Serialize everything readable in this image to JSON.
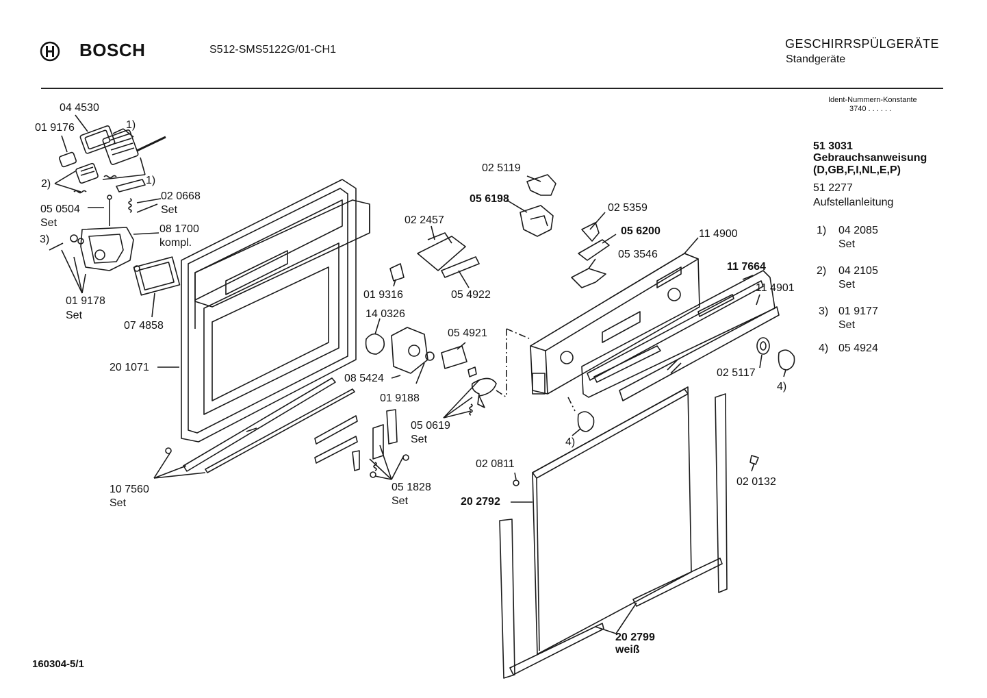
{
  "header": {
    "brand": "BOSCH",
    "model": "S512-SMS5122G/01-CH1",
    "category_title": "GESCHIRRSPÜLGERÄTE",
    "category_subtitle": "Standgeräte"
  },
  "ident": {
    "label": "Ident-Nummern-Konstante",
    "value": "3740  . .  . . . ."
  },
  "sidebar": {
    "manual_number": "51 3031",
    "manual_title": "Gebrauchsanweisung",
    "manual_languages": "(D,GB,F,I,NL,E,P)",
    "install_number": "51 2277",
    "install_title": "Aufstellanleitung",
    "footnotes": [
      {
        "key": "1)",
        "part": "04 2085",
        "note": "Set"
      },
      {
        "key": "2)",
        "part": "04 2105",
        "note": "Set"
      },
      {
        "key": "3)",
        "part": "01 9177",
        "note": "Set"
      },
      {
        "key": "4)",
        "part": "05 4924",
        "note": ""
      }
    ]
  },
  "footer_code": "160304-5/1",
  "parts": {
    "p044530": "04 4530",
    "p019176": "01 9176",
    "fn1a": "1)",
    "fn1b": "1)",
    "fn2": "2)",
    "p020668": "02 0668",
    "set_020668": "Set",
    "p050504": "05 0504",
    "set_050504": "Set",
    "fn3": "3)",
    "p081700": "08 1700",
    "kompl": "kompl.",
    "p019178": "01 9178",
    "set_019178": "Set",
    "p074858": "07 4858",
    "p201071": "20 1071",
    "p107560": "10 7560",
    "set_107560": "Set",
    "p025119": "02 5119",
    "p056198": "05 6198",
    "p022457": "02 2457",
    "p025359": "02 5359",
    "p056200": "05 6200",
    "p114900": "11 4900",
    "p053546": "05 3546",
    "p019316": "01 9316",
    "p054922": "05 4922",
    "p140326": "14 0326",
    "p054921": "05 4921",
    "p085424": "08 5424",
    "p019188": "01 9188",
    "p050619": "05 0619",
    "set_050619": "Set",
    "p117664": "11 7664",
    "p114901": "11 4901",
    "p025117": "02 5117",
    "fn4a": "4)",
    "fn4b": "4)",
    "p051828": "05 1828",
    "set_051828": "Set",
    "p020811": "02 0811",
    "p202792": "20 2792",
    "p020132": "02 0132",
    "p202799": "20 2799",
    "weiss": "weiß"
  }
}
